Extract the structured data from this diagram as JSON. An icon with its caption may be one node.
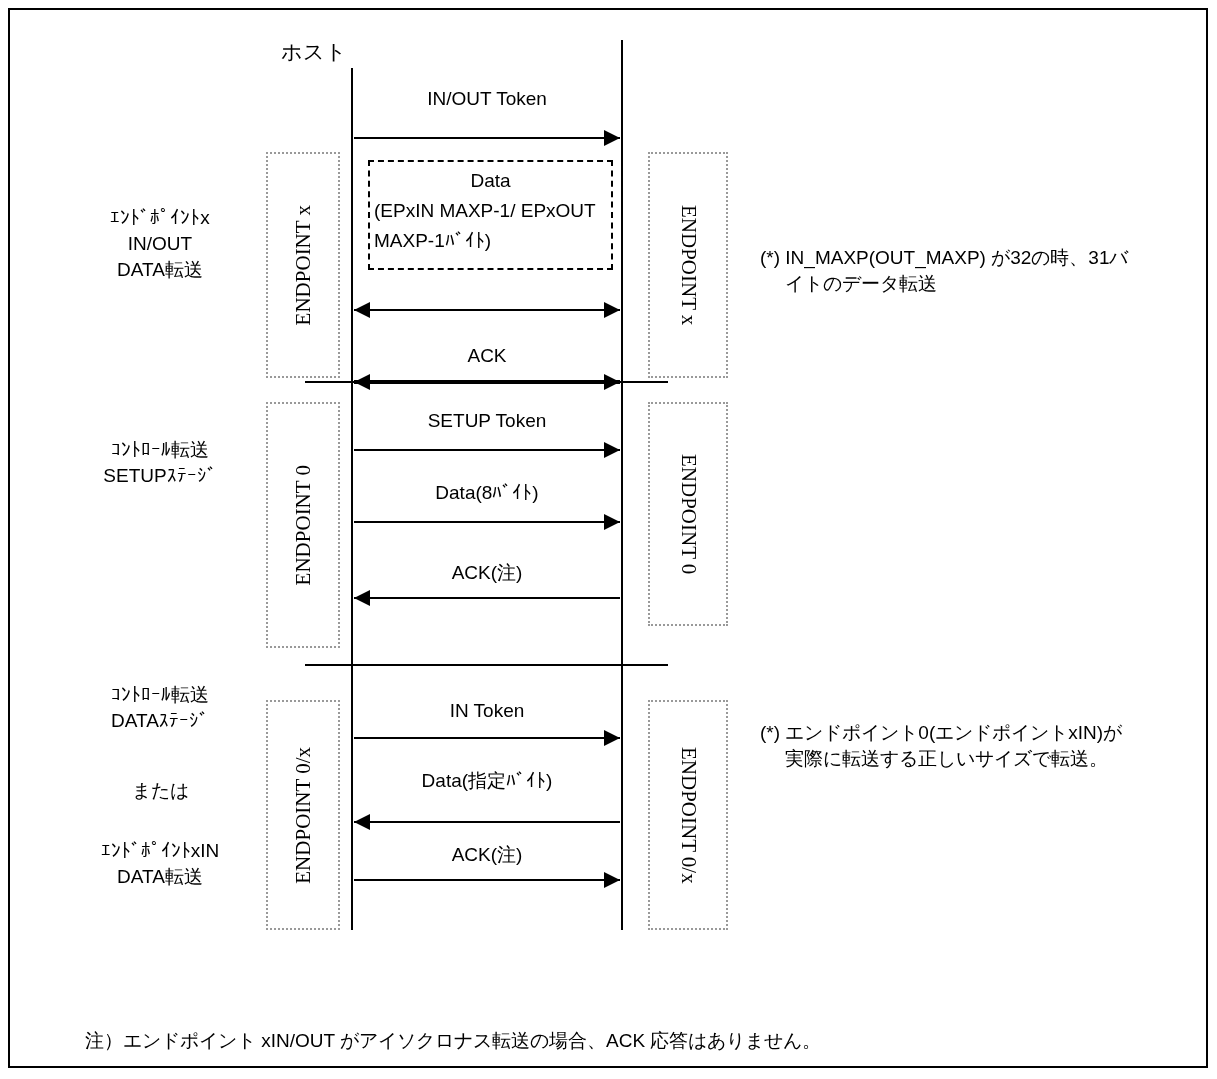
{
  "diagram": {
    "nodes": [
      {
        "text": [
          "ホスト"
        ]
      },
      {
        "text": [],
        "shape": "bar"
      },
      {
        "text": [
          "ENDPOINT x"
        ]
      },
      {
        "text": [
          "ENDPOINT x"
        ]
      },
      {
        "text": [
          "Data",
          "(EPxIN MAXP-1/ EPxOUT MAXP-1ﾊﾞｲﾄ)"
        ]
      },
      {
        "text": [
          "ENDPOINT 0"
        ]
      },
      {
        "text": [
          "ENDPOINT 0"
        ]
      },
      {
        "text": [
          "ENDPOINT 0/x"
        ]
      },
      {
        "text": [
          "ENDPOINT 0/x"
        ]
      }
    ],
    "edges": [
      {
        "from": 0,
        "to": 1,
        "arrow": "to",
        "label": "IN/OUT Token"
      },
      {
        "from": 0,
        "to": 1,
        "arrow": "both"
      },
      {
        "from": 0,
        "to": 1,
        "arrow": "both",
        "label": "ACK",
        "style": "thick"
      },
      {
        "from": 0,
        "to": 1,
        "arrow": "to",
        "label": "SETUP Token"
      },
      {
        "from": 0,
        "to": 1,
        "arrow": "to",
        "label": "Data(8ﾊﾞｲﾄ)"
      },
      {
        "from": 1,
        "to": 0,
        "arrow": "to",
        "label": "ACK(注)"
      },
      {
        "from": 0,
        "to": 1,
        "arrow": "to",
        "label": "IN Token"
      },
      {
        "from": 1,
        "to": 0,
        "arrow": "to",
        "label": "Data(指定ﾊﾞｲﾄ)"
      },
      {
        "from": 0,
        "to": 1,
        "arrow": "to",
        "label": "ACK(注)"
      }
    ],
    "labels": [
      "ｴﾝﾄﾞﾎﾟｲﾝﾄx IN/OUT DATA転送",
      "(*) IN_MAXP(OUT_MAXP) が32の時、31バイトのデータ転送",
      "ｺﾝﾄﾛｰﾙ転送 SETUPｽﾃｰｼﾞ",
      "ｺﾝﾄﾛｰﾙ転送 DATAｽﾃｰｼﾞ",
      "(*) エンドポイント0(エンドポイントxIN)が実際に転送する正しいサイズで転送。",
      "または",
      "ｴﾝﾄﾞﾎﾟｲﾝﾄxIN DATA転送",
      "注）エンドポイント xIN/OUT がアイソクロナス転送の場合、ACK 応答はありません。"
    ]
  }
}
